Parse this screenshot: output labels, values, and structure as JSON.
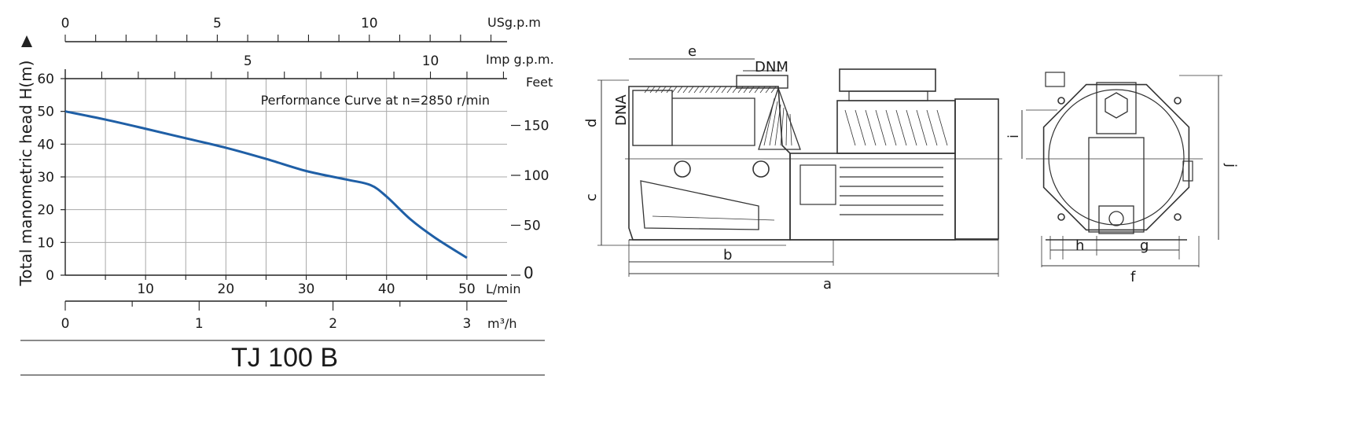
{
  "chart_data": {
    "type": "line",
    "model": "TJ 100 B",
    "annotation": "Performance Curve at n=2850 r/min",
    "ylabel": "Total manometric head H(m)",
    "y_left": {
      "ticks": [
        "0",
        "10",
        "20",
        "30",
        "40",
        "50",
        "60"
      ],
      "lim": [
        0,
        60
      ]
    },
    "y_right": {
      "unit": "Feet",
      "ticks": [
        "0",
        "50",
        "100",
        "150"
      ]
    },
    "x_lmin": {
      "unit": "L/min",
      "ticks": [
        "10",
        "20",
        "30",
        "40",
        "50"
      ],
      "lim": [
        0,
        55
      ]
    },
    "x_m3h": {
      "unit": "m³/h",
      "ticks": [
        "0",
        "1",
        "2",
        "3"
      ]
    },
    "x_imp": {
      "unit": "Imp g.p.m.",
      "ticks": [
        "5",
        "10"
      ]
    },
    "x_us": {
      "unit": "USg.p.m",
      "ticks": [
        "0",
        "5",
        "10"
      ]
    },
    "grid": true,
    "series": [
      {
        "color": "#1f5fa6",
        "x": [
          0,
          5,
          10,
          15,
          20,
          25,
          30,
          35,
          38,
          40,
          43,
          46,
          50
        ],
        "y": [
          50,
          47.5,
          44.7,
          41.8,
          38.9,
          35.5,
          31.8,
          29.2,
          27.5,
          24,
          17,
          11.5,
          5.3
        ]
      }
    ]
  },
  "drawing": {
    "side_labels": [
      "e",
      "DNM",
      "DNA",
      "d",
      "c",
      "b",
      "a"
    ],
    "front_labels": [
      "i",
      "h",
      "g",
      "f",
      "j"
    ]
  }
}
